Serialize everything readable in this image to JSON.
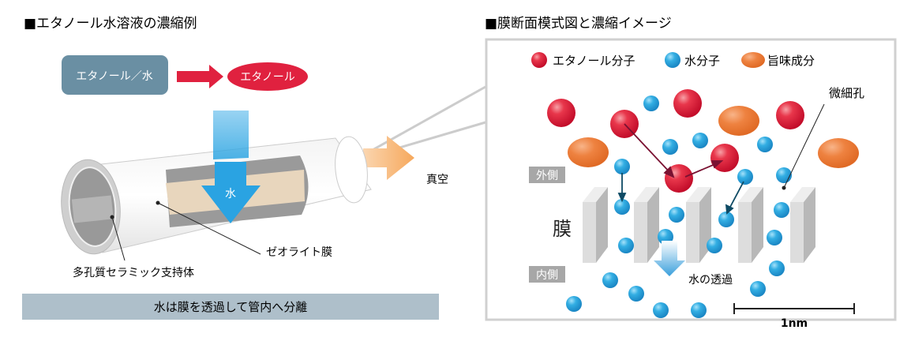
{
  "left_panel": {
    "title": "■エタノール水溶液の濃縮例",
    "feed_label": "エタノール／水",
    "product_label": "エタノール",
    "water_label": "水",
    "vacuum_label": "真空",
    "zeolite_label": "ゼオライト膜",
    "support_label": "多孔質セラミック支持体",
    "banner": "水は膜を透過して管内へ分離"
  },
  "right_panel": {
    "title": "■膜断面模式図と濃縮イメージ",
    "legend": [
      {
        "label": "エタノール分子",
        "color": "#e3263f"
      },
      {
        "label": "水分子",
        "color": "#2aa6dd"
      },
      {
        "label": "旨味成分",
        "color": "#ee7f3c"
      }
    ],
    "pore_label": "微細孔",
    "outside_label": "外側",
    "inside_label": "内側",
    "membrane_label": "膜",
    "permeation_label": "水の透過",
    "scale_label": "1nm"
  },
  "colors": {
    "accent": "#2b8fd6",
    "feed_box": "#6a8fa3",
    "banner": "#aebfca"
  }
}
